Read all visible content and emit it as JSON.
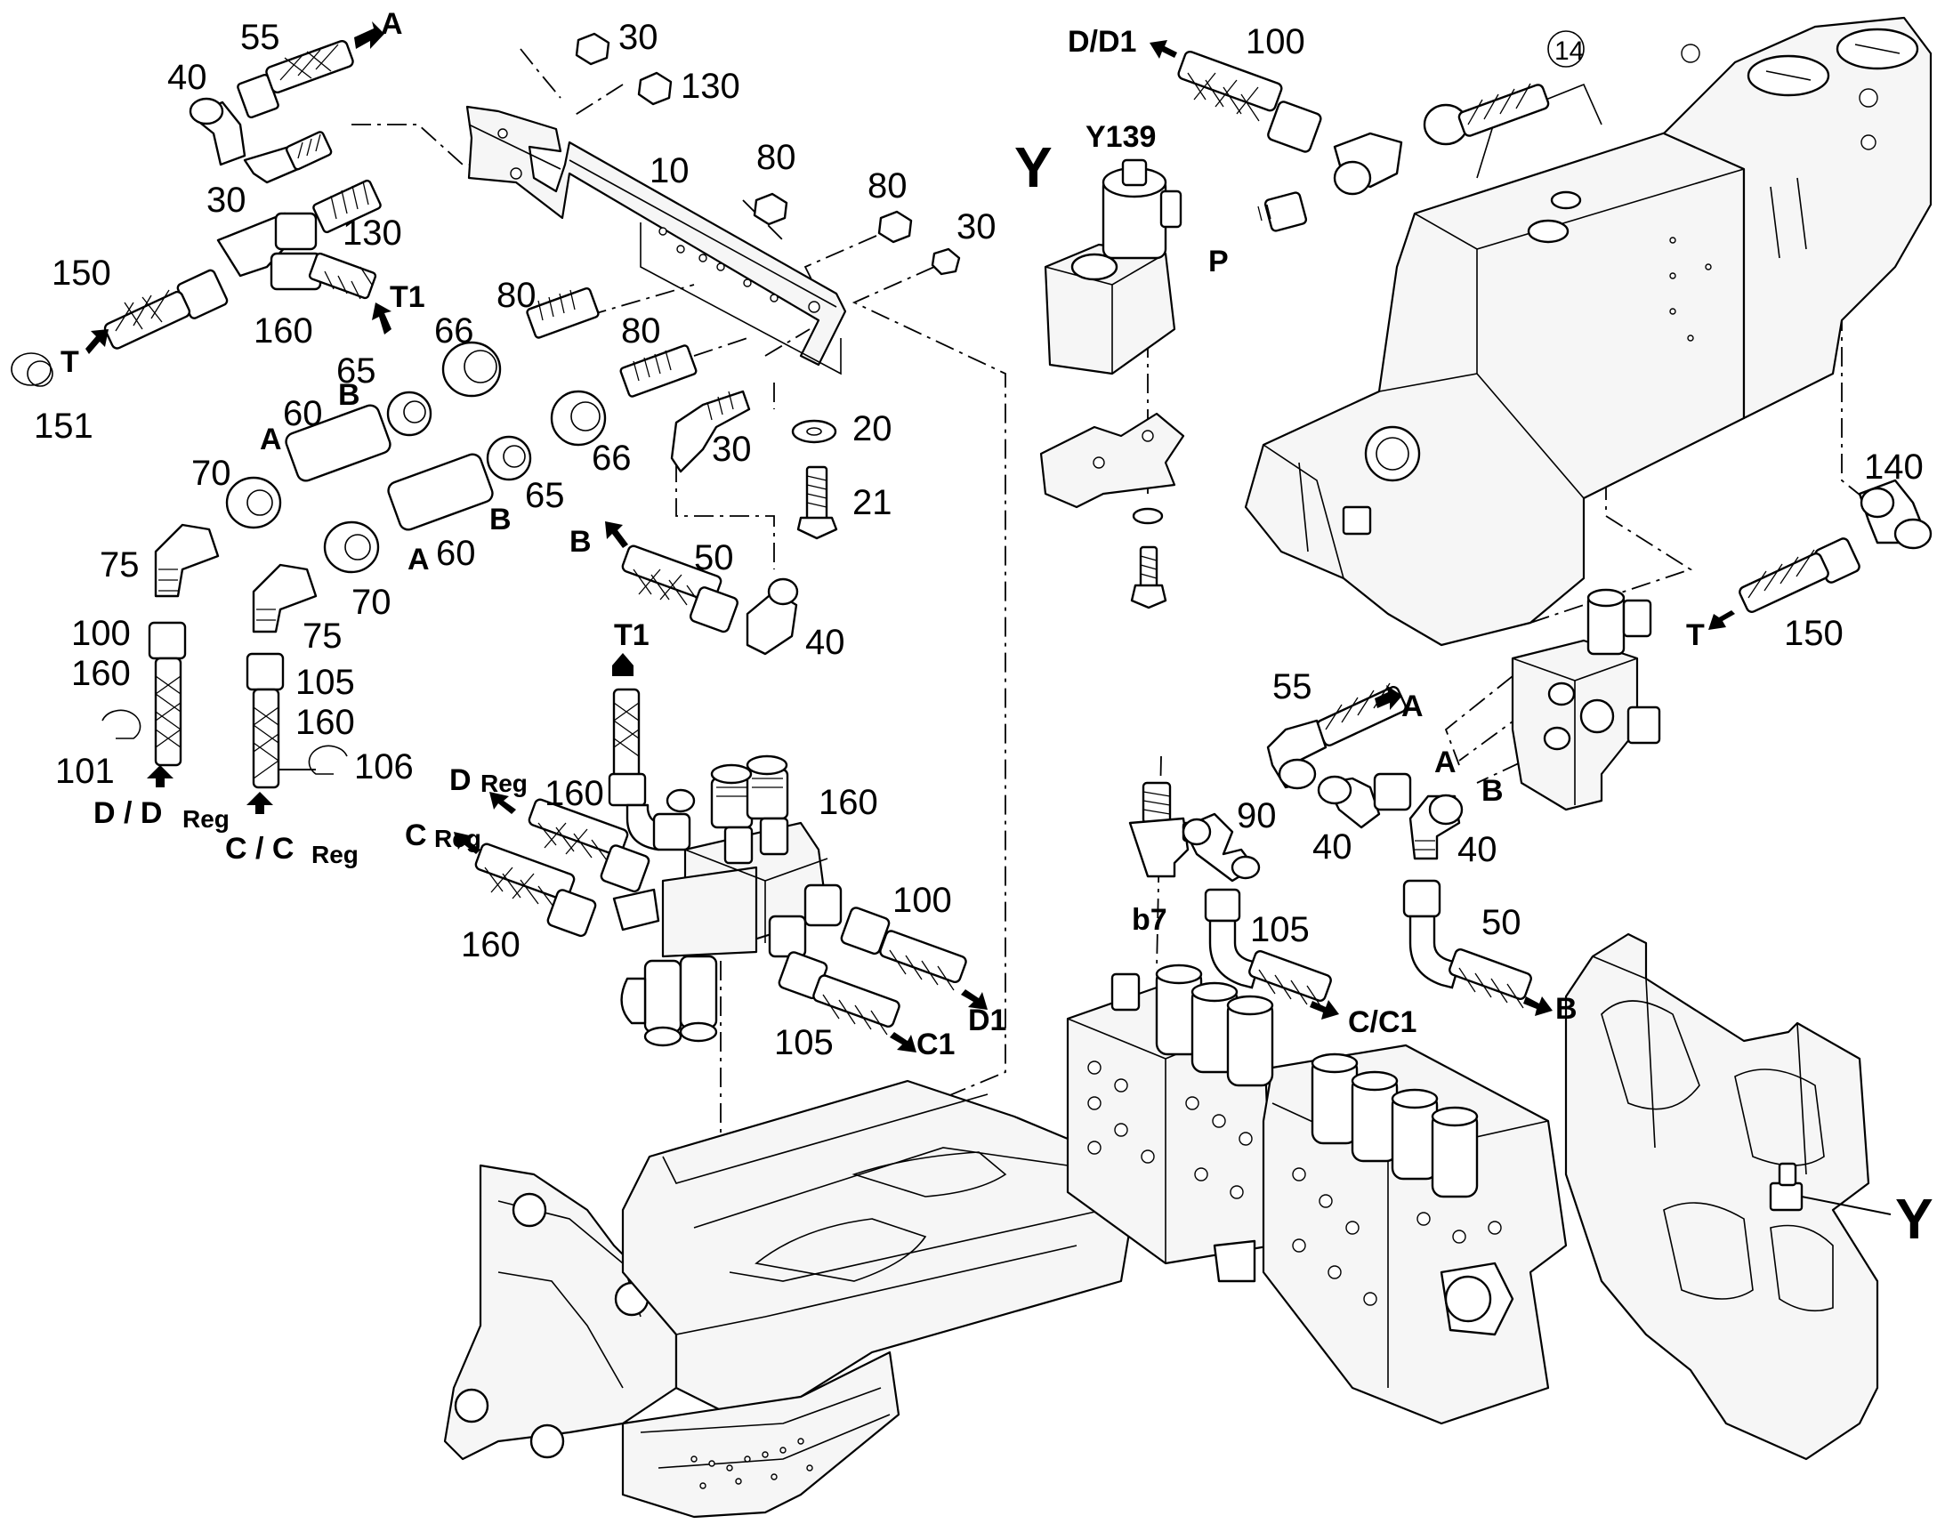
{
  "labels": {
    "n55a": "55",
    "arrA1": "A",
    "n40a": "40",
    "n30a": "30",
    "n30b": "30",
    "n130a": "130",
    "n130b": "130",
    "n10": "10",
    "n80a": "80",
    "n80b": "80",
    "n30c": "30",
    "n150a": "150",
    "arrT": "T",
    "n151": "151",
    "n160a": "160",
    "arrT1a": "T1",
    "n66a": "66",
    "n80c": "80",
    "n65a": "65",
    "n80d": "80",
    "arrBtop": "B",
    "n60a": "60",
    "arrAtop": "A",
    "n70a": "70",
    "n65b": "65",
    "n66b": "66",
    "n30d": "30",
    "n20": "20",
    "n21": "21",
    "n75a": "75",
    "n60b": "60",
    "arrBmid": "B",
    "arrAmid": "A",
    "n70b": "70",
    "arrB2": "B",
    "n50a": "50",
    "n40b": "40",
    "n100a": "100",
    "n75b": "75",
    "arrT1b": "T1",
    "n160b": "160",
    "n105a": "105",
    "n160c": "160",
    "n101": "101",
    "n106": "106",
    "dd": "D / D",
    "ddreg": "Reg",
    "ccd": "C / C",
    "ccreg": "Reg",
    "dReg": "D",
    "dRegSub": "Reg",
    "n160d": "160",
    "n160e": "160",
    "cReg": "C",
    "cRegSub": "Reg",
    "n160f": "160",
    "n100b": "100",
    "arrD1": "D1",
    "n105b": "105",
    "arrC1": "C1",
    "dd1": "D/D1",
    "n100c": "100",
    "n14": "14",
    "Ytop": "Y",
    "y139": "Y139",
    "P": "P",
    "n140": "140",
    "arrT2": "T",
    "n150b": "150",
    "n55b": "55",
    "arrA2": "A",
    "arrA3": "A",
    "arrB3": "B",
    "n90": "90",
    "n40c": "40",
    "n40d": "40",
    "b7": "b7",
    "n105c": "105",
    "n50b": "50",
    "cc1": "C/C1",
    "arrB4": "B",
    "Yright": "Y"
  }
}
